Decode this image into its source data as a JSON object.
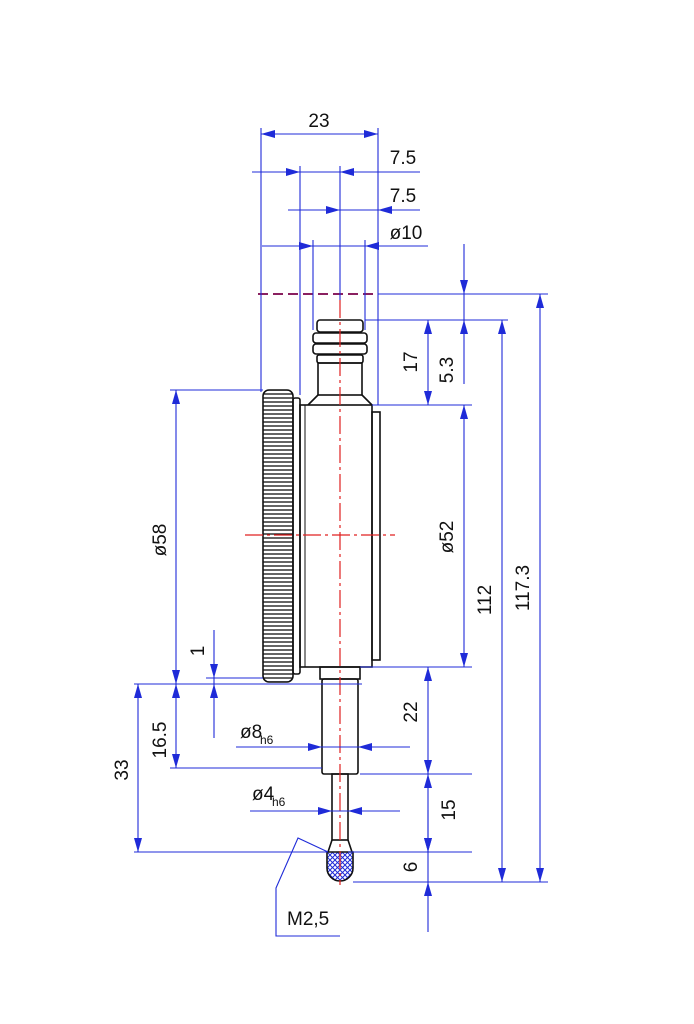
{
  "drawing": {
    "dimensions": {
      "overall_width": "23",
      "offset_a": "7.5",
      "offset_b": "7.5",
      "top_diameter": "ø10",
      "stem_length": "17",
      "top_spacing": "5.3",
      "bezel_diameter": "ø58",
      "case_diameter": "ø52",
      "body_height": "112",
      "total_height": "117.3",
      "back_gap": "1",
      "spindle_length": "22",
      "spindle_diameter": "ø8",
      "spindle_tolerance": "h6",
      "ref_16_5": "16.5",
      "ref_33": "33",
      "tip_diameter": "ø4",
      "tip_tolerance": "h6",
      "tip_length": "15",
      "ball_length": "6",
      "thread_callout": "M2,5"
    },
    "colors": {
      "dimension": "#1f2bd8",
      "outline": "#111111",
      "centerline": "#e02020",
      "phantom": "#8a2060"
    }
  }
}
